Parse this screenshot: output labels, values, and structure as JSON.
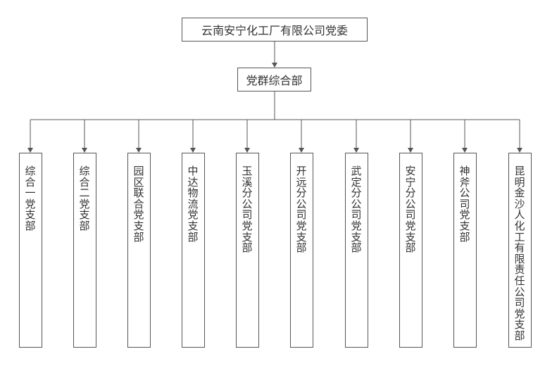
{
  "org": {
    "root": "云南安宁化工厂有限公司党委",
    "middle": "党群综合部",
    "branches": [
      "综合一党支部",
      "综合二党支部",
      "园区联合党支部",
      "中达物流党支部",
      "玉溪分公司党支部",
      "开远分公司党支部",
      "武定分公司党支部",
      "安宁分公司党支部",
      "神斧公司党支部",
      "昆明金沙人化工有限责任公司党支部"
    ]
  },
  "colors": {
    "line": "#555555",
    "arrow": "#555555"
  }
}
